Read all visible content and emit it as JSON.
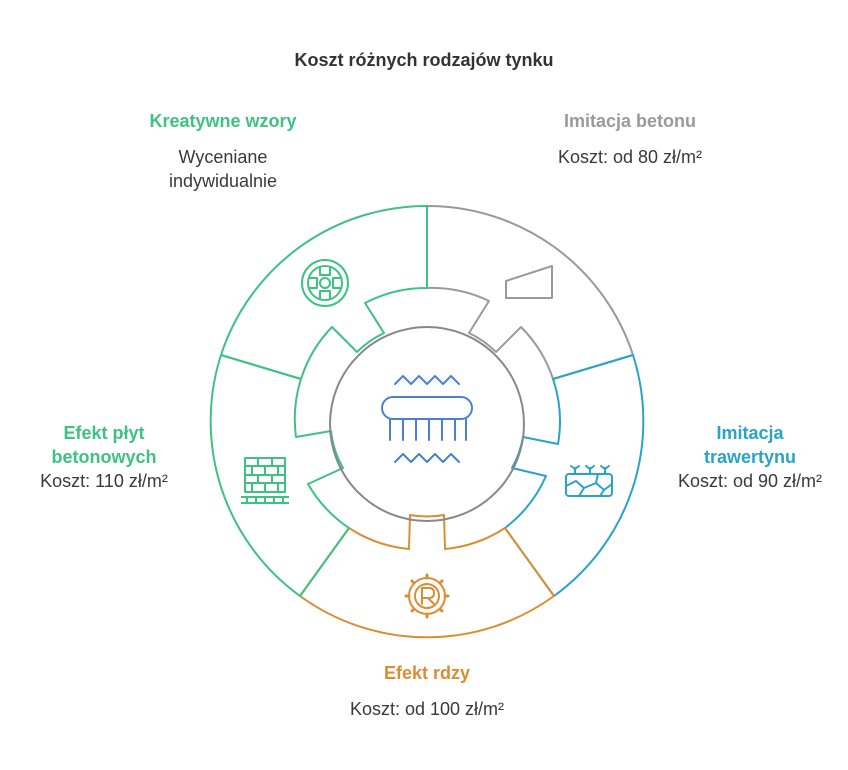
{
  "title": "Koszt różnych rodzajów tynku",
  "colors": {
    "concrete": "#9a9a9a",
    "travertine": "#2aa3c9",
    "rust": "#dc8c32",
    "green": "#3ec283",
    "center": "#888888",
    "center_icon": "#4a7fd4"
  },
  "segments": [
    {
      "id": "concrete",
      "title": "Imitacja betonu",
      "desc": "Koszt: od 80 zł/m²",
      "icon": "concrete-slab-icon"
    },
    {
      "id": "travertine",
      "title": "Imitacja trawertynu",
      "title_lines": [
        "Imitacja",
        "trawertynu"
      ],
      "desc": "Koszt: od 90 zł/m²",
      "icon": "travertine-stone-icon"
    },
    {
      "id": "rust",
      "title": "Efekt rdzy",
      "desc": "Koszt: od 100 zł/m²",
      "icon": "rust-gear-icon"
    },
    {
      "id": "slabs",
      "title": "Efekt płyt betonowych",
      "title_lines": [
        "Efekt płyt",
        "betonowych"
      ],
      "desc": "Koszt: 110 zł/m²",
      "icon": "brick-wall-icon"
    },
    {
      "id": "creative",
      "title": "Kreatywne wzory",
      "desc": "Wyceniane indywidualnie",
      "desc_lines": [
        "Wyceniane",
        "indywidualnie"
      ],
      "icon": "ornament-pattern-icon"
    }
  ],
  "center": {
    "icon": "plaster-trowel-icon"
  }
}
